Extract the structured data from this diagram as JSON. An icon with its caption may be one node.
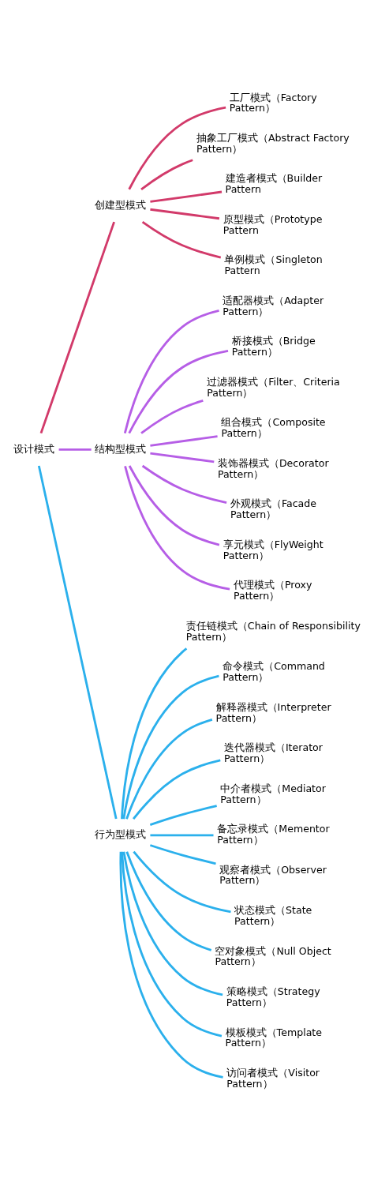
{
  "diagram": {
    "nodes": [
      {
        "text": [
          "设计模式"
        ]
      },
      {
        "text": [
          "创建型模式"
        ]
      },
      {
        "text": [
          "工厂模式（Factory Pattern）"
        ]
      },
      {
        "text": [
          "抽象工厂模式（Abstract Factory Pattern）"
        ]
      },
      {
        "text": [
          "建造者模式（Builder Pattern"
        ]
      },
      {
        "text": [
          "原型模式（Prototype Pattern"
        ]
      },
      {
        "text": [
          "单例模式（Singleton Pattern"
        ]
      },
      {
        "text": [
          "结构型模式"
        ]
      },
      {
        "text": [
          "适配器模式（Adapter Pattern）"
        ]
      },
      {
        "text": [
          "桥接模式（Bridge Pattern）"
        ]
      },
      {
        "text": [
          "过滤器模式（Filter、Criteria Pattern）"
        ]
      },
      {
        "text": [
          "组合模式（Composite Pattern）"
        ]
      },
      {
        "text": [
          "装饰器模式（Decorator Pattern）"
        ]
      },
      {
        "text": [
          "外观模式（Facade Pattern）"
        ]
      },
      {
        "text": [
          "享元模式（FlyWeight Pattern）"
        ]
      },
      {
        "text": [
          "代理模式（Proxy Pattern）"
        ]
      },
      {
        "text": [
          "行为型模式"
        ]
      },
      {
        "text": [
          "责任链模式（Chain of Responsibility Pattern）"
        ]
      },
      {
        "text": [
          "命令模式（Command Pattern）"
        ]
      },
      {
        "text": [
          "解释器模式（Interpreter Pattern）"
        ]
      },
      {
        "text": [
          "迭代器模式（Iterator Pattern）"
        ]
      },
      {
        "text": [
          "中介者模式（Mediator Pattern）"
        ]
      },
      {
        "text": [
          "备忘录模式（Mementor Pattern）"
        ]
      },
      {
        "text": [
          "观察者模式（Observer Pattern）"
        ]
      },
      {
        "text": [
          "状态模式（State Pattern）"
        ]
      },
      {
        "text": [
          "空对象模式（Null Object Pattern）"
        ]
      },
      {
        "text": [
          "策略模式（Strategy Pattern）"
        ]
      },
      {
        "text": [
          "模板模式（Template Pattern）"
        ]
      },
      {
        "text": [
          "访问者模式（Visitor Pattern）"
        ]
      }
    ],
    "edges": [
      {
        "from": 0,
        "to": 1,
        "arrow": "none",
        "color": "#d23a6a"
      },
      {
        "from": 1,
        "to": 2,
        "arrow": "none",
        "color": "#d23a6a"
      },
      {
        "from": 1,
        "to": 3,
        "arrow": "none",
        "color": "#d23a6a"
      },
      {
        "from": 1,
        "to": 4,
        "arrow": "none",
        "color": "#d23a6a"
      },
      {
        "from": 1,
        "to": 5,
        "arrow": "none",
        "color": "#d23a6a"
      },
      {
        "from": 1,
        "to": 6,
        "arrow": "none",
        "color": "#d23a6a"
      },
      {
        "from": 0,
        "to": 7,
        "arrow": "none",
        "color": "#b65ee6"
      },
      {
        "from": 7,
        "to": 8,
        "arrow": "none",
        "color": "#b65ee6"
      },
      {
        "from": 7,
        "to": 9,
        "arrow": "none",
        "color": "#b65ee6"
      },
      {
        "from": 7,
        "to": 10,
        "arrow": "none",
        "color": "#b65ee6"
      },
      {
        "from": 7,
        "to": 11,
        "arrow": "none",
        "color": "#b65ee6"
      },
      {
        "from": 7,
        "to": 12,
        "arrow": "none",
        "color": "#b65ee6"
      },
      {
        "from": 7,
        "to": 13,
        "arrow": "none",
        "color": "#b65ee6"
      },
      {
        "from": 7,
        "to": 14,
        "arrow": "none",
        "color": "#b65ee6"
      },
      {
        "from": 7,
        "to": 15,
        "arrow": "none",
        "color": "#b65ee6"
      },
      {
        "from": 0,
        "to": 16,
        "arrow": "none"
      },
      {
        "from": 16,
        "to": 17,
        "arrow": "none"
      },
      {
        "from": 16,
        "to": 18,
        "arrow": "none"
      },
      {
        "from": 16,
        "to": 19,
        "arrow": "none"
      },
      {
        "from": 16,
        "to": 20,
        "arrow": "none"
      },
      {
        "from": 16,
        "to": 21,
        "arrow": "none"
      },
      {
        "from": 16,
        "to": 22,
        "arrow": "none"
      },
      {
        "from": 16,
        "to": 23,
        "arrow": "none"
      },
      {
        "from": 16,
        "to": 24,
        "arrow": "none"
      },
      {
        "from": 16,
        "to": 25,
        "arrow": "none"
      },
      {
        "from": 16,
        "to": 26,
        "arrow": "none"
      },
      {
        "from": 16,
        "to": 27,
        "arrow": "none"
      },
      {
        "from": 16,
        "to": 28,
        "arrow": "none"
      }
    ]
  }
}
